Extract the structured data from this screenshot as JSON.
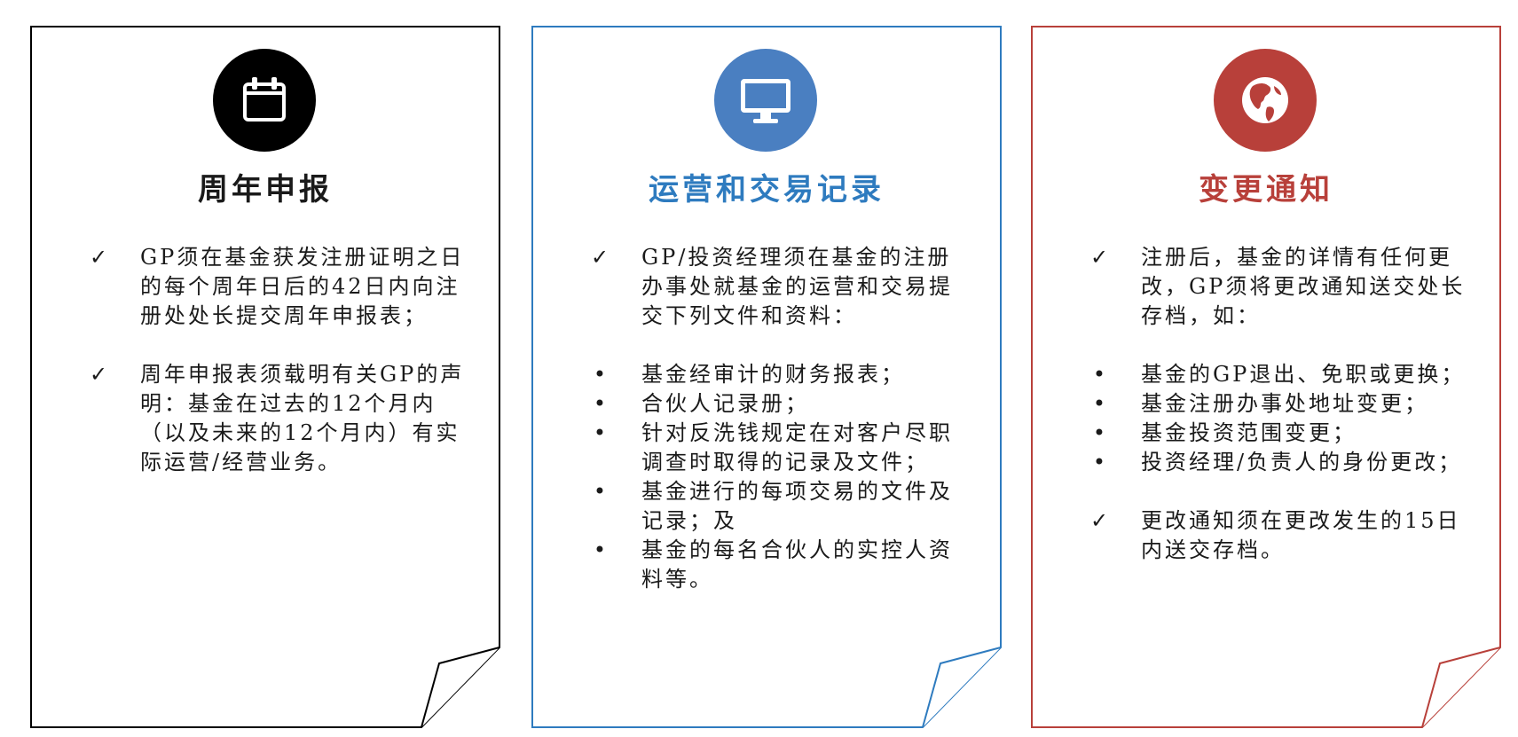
{
  "colors": {
    "card1": "#000000",
    "card2": "#2e7bbf",
    "card3": "#b8403a",
    "card2_icon_bg": "#4a7fc1",
    "card3_icon_bg": "#b8403a"
  },
  "cards": [
    {
      "title": "周年申报",
      "icon": "calendar-icon",
      "checks": [
        "GP须在基金获发注册证明之日的每个周年日后的42日内向注册处处长提交周年申报表；",
        "周年申报表须载明有关GP的声明：基金在过去的12个月内（以及未来的12个月内）有实际运营/经营业务。"
      ]
    },
    {
      "title": "运营和交易记录",
      "icon": "monitor-icon",
      "checks": [
        "GP/投资经理须在基金的注册办事处就基金的运营和交易提交下列文件和资料："
      ],
      "bullets": [
        "基金经审计的财务报表；",
        "合伙人记录册；",
        "针对反洗钱规定在对客户尽职调查时取得的记录及文件；",
        "基金进行的每项交易的文件及记录；及",
        "基金的每名合伙人的实控人资料等。"
      ]
    },
    {
      "title": "变更通知",
      "icon": "globe-icon",
      "checks": [
        "注册后，基金的详情有任何更改，GP须将更改通知送交处长存档，如：",
        "更改通知须在更改发生的15日内送交存档。"
      ],
      "bullets": [
        "基金的GP退出、免职或更换；",
        "基金注册办事处地址变更；",
        "基金投资范围变更；",
        "投资经理/负责人的身份更改；"
      ]
    }
  ],
  "marks": {
    "check": "✓",
    "bullet": "•"
  }
}
